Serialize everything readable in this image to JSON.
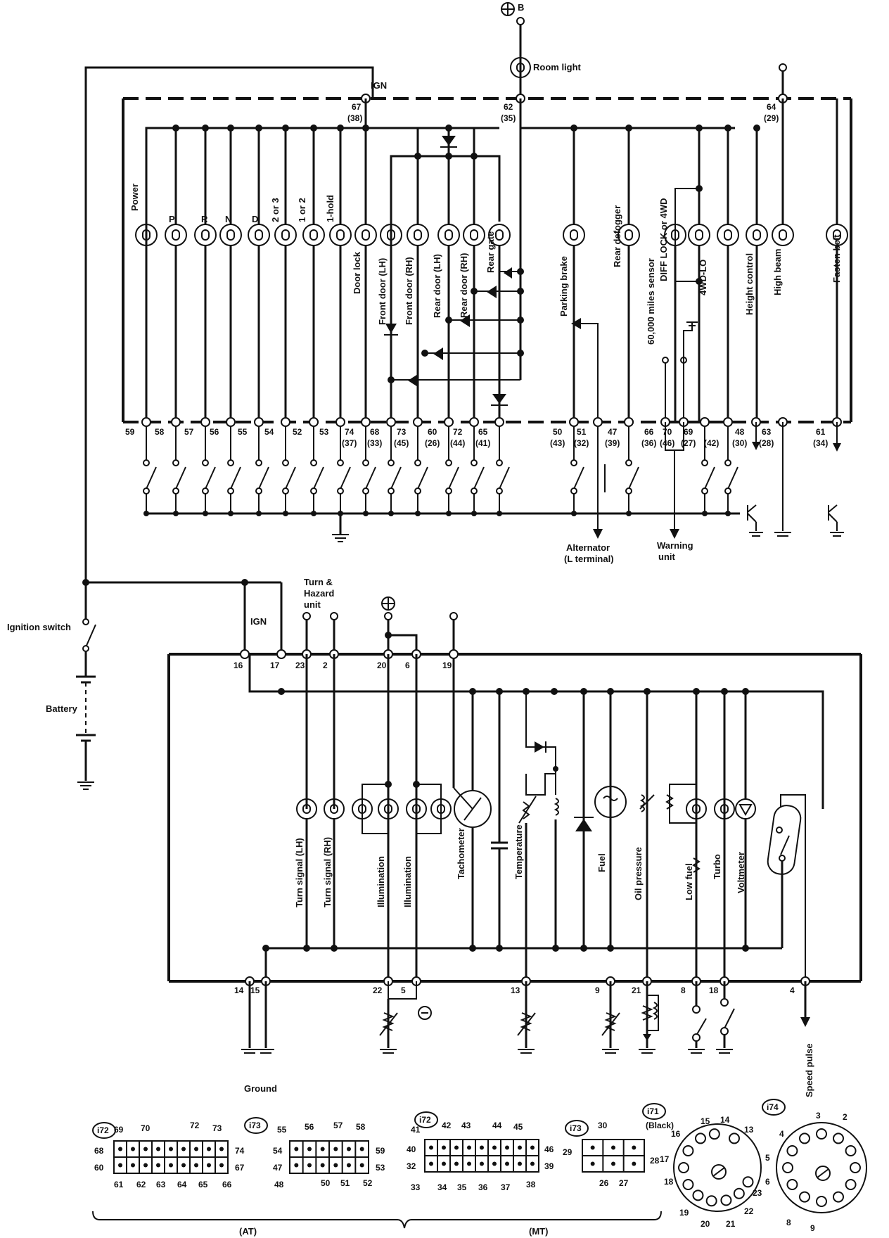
{
  "top_panel": {
    "battery_plus_label": "B",
    "room_light_label": "Room light",
    "ign_label": "IGN",
    "top_pins": [
      {
        "num": "67",
        "alt": "(38)"
      },
      {
        "num": "62",
        "alt": "(35)"
      },
      {
        "num": "64",
        "alt": "(29)"
      }
    ],
    "lamps": [
      {
        "label": "Power"
      },
      {
        "label": "P"
      },
      {
        "label": "R"
      },
      {
        "label": "N"
      },
      {
        "label": "D"
      },
      {
        "label": "2 or 3"
      },
      {
        "label": "1 or 2"
      },
      {
        "label": "1-hold"
      },
      {
        "label": "Door lock"
      },
      {
        "label": "Front door (LH)"
      },
      {
        "label": "Front door (RH)"
      },
      {
        "label": "Rear door (LH)"
      },
      {
        "label": "Rear door (RH)"
      },
      {
        "label": "Rear gate"
      },
      {
        "label": "Parking brake"
      },
      {
        "label": "Rear defogger"
      },
      {
        "label": "DIFF LOCK or 4WD"
      },
      {
        "label": "4WD-LO"
      },
      {
        "label": "Height control"
      },
      {
        "label": "High beam"
      },
      {
        "label": "Fasten belt"
      }
    ],
    "sensor_label": "60,000 miles sensor",
    "bottom_pins": [
      {
        "num": "59",
        "alt": ""
      },
      {
        "num": "58",
        "alt": ""
      },
      {
        "num": "57",
        "alt": ""
      },
      {
        "num": "56",
        "alt": ""
      },
      {
        "num": "55",
        "alt": ""
      },
      {
        "num": "54",
        "alt": ""
      },
      {
        "num": "52",
        "alt": ""
      },
      {
        "num": "53",
        "alt": ""
      },
      {
        "num": "74",
        "alt": "(37)"
      },
      {
        "num": "68",
        "alt": "(33)"
      },
      {
        "num": "73",
        "alt": "(45)"
      },
      {
        "num": "60",
        "alt": "(26)"
      },
      {
        "num": "72",
        "alt": "(44)"
      },
      {
        "num": "65",
        "alt": "(41)"
      },
      {
        "num": "50",
        "alt": "(43)"
      },
      {
        "num": "51",
        "alt": "(32)"
      },
      {
        "num": "47",
        "alt": "(39)"
      },
      {
        "num": "66",
        "alt": "(36)"
      },
      {
        "num": "70",
        "alt": "(46)"
      },
      {
        "num": "69",
        "alt": "(27)"
      },
      {
        "num": "",
        "alt": "(42)"
      },
      {
        "num": "48",
        "alt": "(30)"
      },
      {
        "num": "63",
        "alt": "(28)"
      },
      {
        "num": "61",
        "alt": "(34)"
      }
    ],
    "alternator_label": "Alternator",
    "alternator_sub": "(L terminal)",
    "warning_label": "Warning",
    "warning_sub": "unit"
  },
  "left_side": {
    "ignition_switch": "Ignition switch",
    "battery": "Battery"
  },
  "bottom_panel": {
    "ign_label": "IGN",
    "turn_hazard_1": "Turn &",
    "turn_hazard_2": "Hazard",
    "turn_hazard_3": "unit",
    "top_pins": [
      "16",
      "17",
      "23",
      "2",
      "20",
      "6",
      "19"
    ],
    "gauges": [
      {
        "label": "Turn signal (LH)"
      },
      {
        "label": "Turn signal (RH)"
      },
      {
        "label": "Illumination"
      },
      {
        "label": "Illumination"
      },
      {
        "label": "Tachometer"
      },
      {
        "label": "Temperature"
      },
      {
        "label": "Fuel"
      },
      {
        "label": "Oil pressure"
      },
      {
        "label": "Low fuel"
      },
      {
        "label": "Turbo"
      },
      {
        "label": "Voltmeter"
      }
    ],
    "bottom_pins": [
      "14",
      "15",
      "22",
      "5",
      "13",
      "9",
      "21",
      "8",
      "18",
      "4"
    ],
    "ground_label": "Ground",
    "speed_pulse": "Speed pulse"
  },
  "connectors": {
    "c1_id": "i72",
    "c1_top": [
      "69",
      "70",
      "72",
      "73"
    ],
    "c1_left": [
      "68",
      "60"
    ],
    "c1_right": [
      "74",
      "67"
    ],
    "c1_bottom": [
      "61",
      "62",
      "63",
      "64",
      "65",
      "66"
    ],
    "c2_id": "i73",
    "c2_top": [
      "55",
      "56",
      "57",
      "58"
    ],
    "c2_left": [
      "54",
      "47"
    ],
    "c2_right": [
      "59",
      "53"
    ],
    "c2_bottom": [
      "48",
      "50",
      "51",
      "52"
    ],
    "c3_id": "i72",
    "c3_top": [
      "41",
      "42",
      "43",
      "44",
      "45"
    ],
    "c3_left": [
      "40",
      "32"
    ],
    "c3_right": [
      "46",
      "39"
    ],
    "c3_bottom": [
      "33",
      "34",
      "35",
      "36",
      "37",
      "38"
    ],
    "c4_id": "i73",
    "c4_top": [
      "30"
    ],
    "c4_left": [
      "29"
    ],
    "c4_right": [
      "28"
    ],
    "c4_bottom": [
      "26",
      "27"
    ],
    "c5_id": "i71",
    "c5_sub": "(Black)",
    "c5_pins": [
      "16",
      "15",
      "14",
      "13",
      "17",
      "18",
      "19",
      "20",
      "21",
      "22",
      "23"
    ],
    "c6_id": "i74",
    "c6_pins": [
      "4",
      "3",
      "2",
      "5",
      "6",
      "8",
      "9"
    ],
    "at_label": "(AT)",
    "mt_label": "(MT)"
  }
}
